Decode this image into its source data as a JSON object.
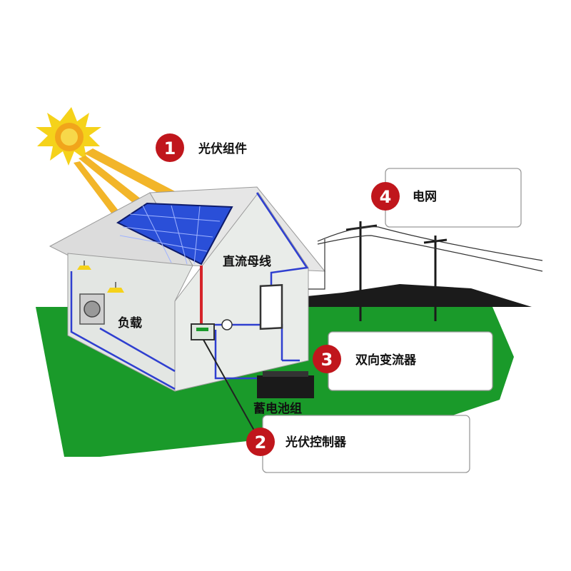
{
  "labels": {
    "pv_modules": "光伏组件",
    "grid": "电网",
    "dc_bus": "直流母线",
    "load": "负载",
    "bidirectional_inverter": "双向变流器",
    "battery_bank": "蓄电池组",
    "pv_controller": "光伏控制器"
  },
  "badges": {
    "pv_modules": "1",
    "pv_controller": "2",
    "bidirectional_inverter": "3",
    "grid": "4"
  },
  "colors": {
    "badge": "#c0161c",
    "ground": "#1a9a2a",
    "roof": "#dcdcdc",
    "wall": "#e9ece9",
    "bus_blue": "#2f3fd0",
    "bus_red": "#d6242a",
    "sun": "#f5d21a",
    "solar_panel": "#2a4fd8"
  }
}
